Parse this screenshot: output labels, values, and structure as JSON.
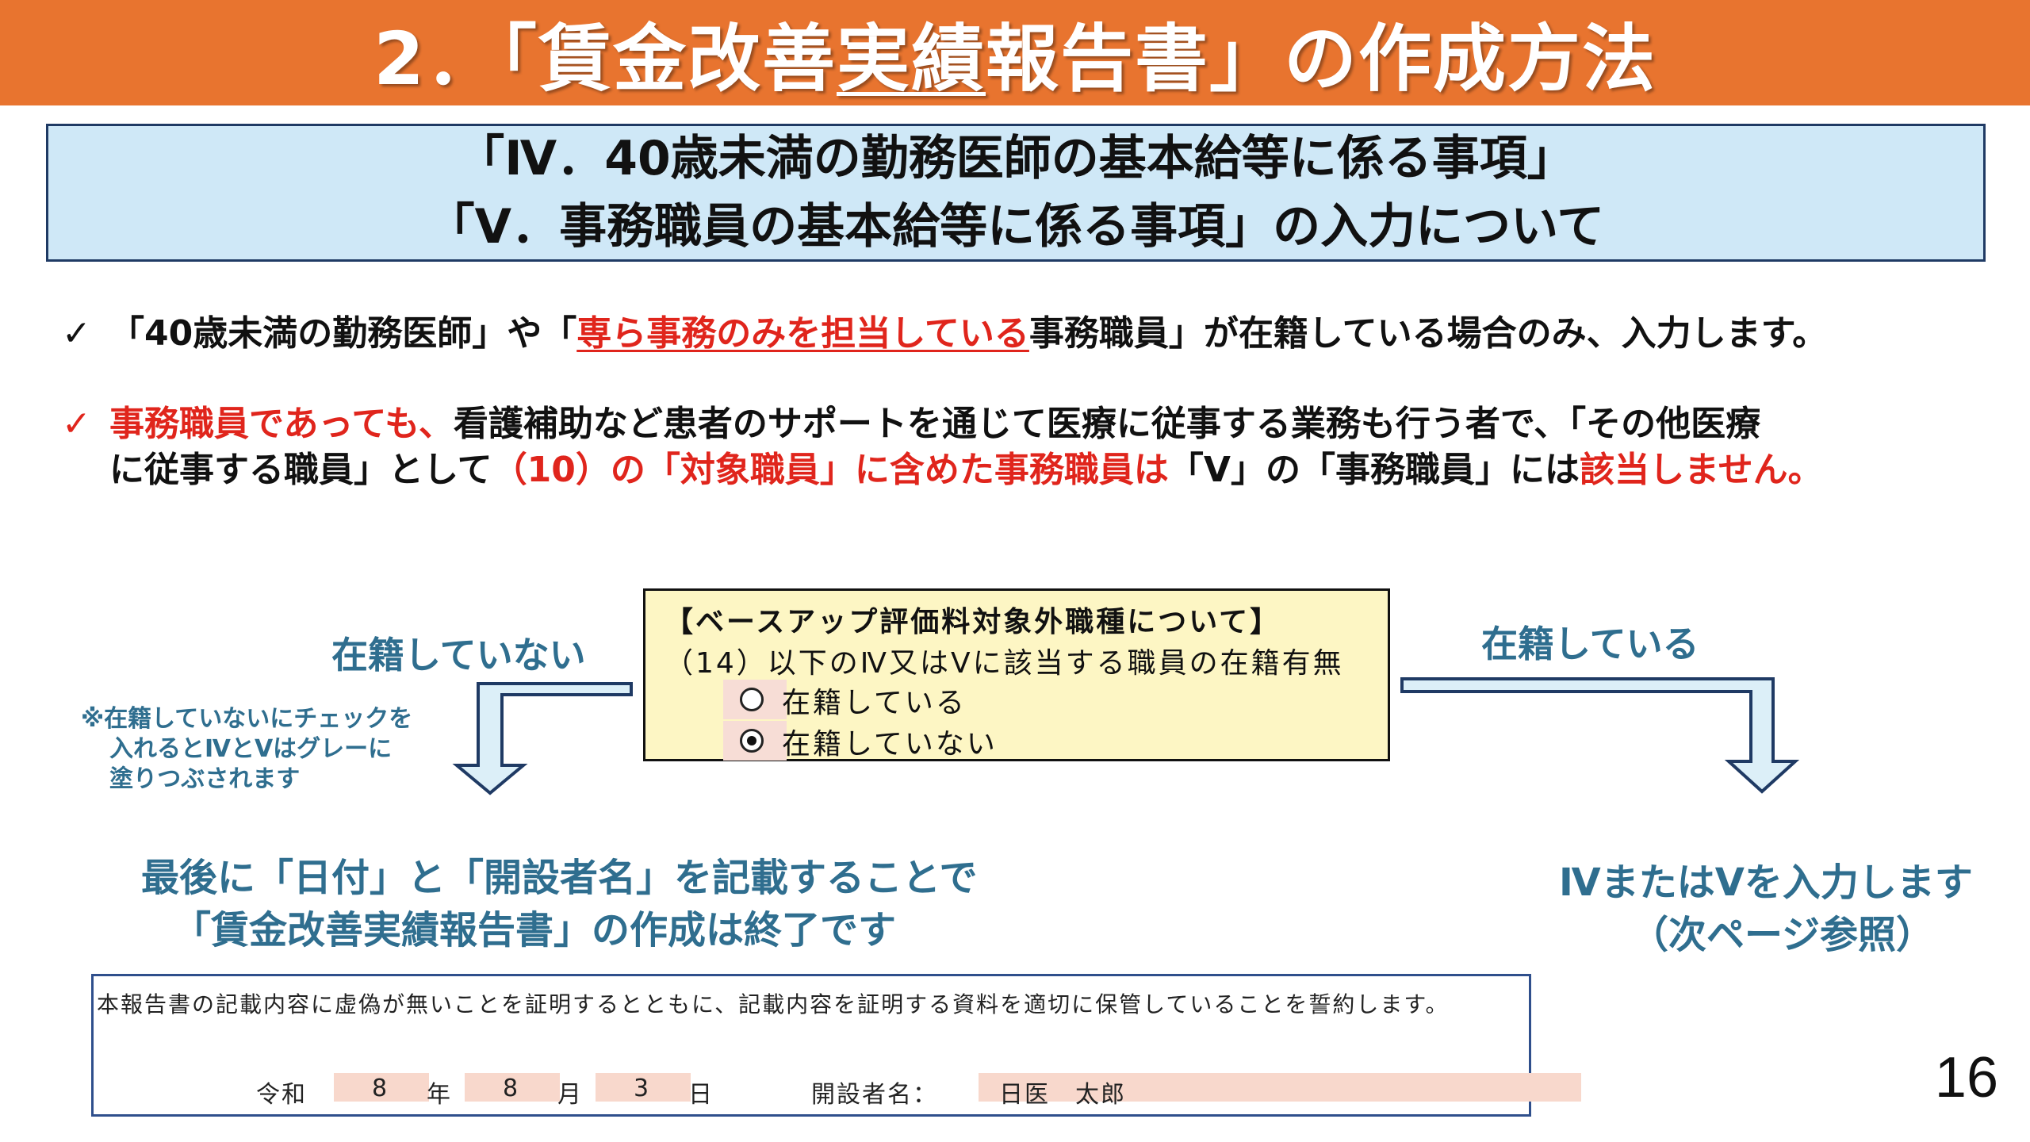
{
  "title": {
    "prefix": "2．「賃金改善",
    "underlined": "実績",
    "suffix": "報告書」の作成方法"
  },
  "subtitle": {
    "line1": "「Ⅳ．40歳未満の勤務医師の基本給等に係る事項」",
    "line2": "「Ⅴ．事務職員の基本給等に係る事項」の入力について"
  },
  "bullets": {
    "mark": "✓",
    "b1": {
      "part1": "「40歳未満の勤務医師」や「",
      "part2_red_underline": "専ら事務のみを担当している",
      "part3": "事務職員」が在籍している場合のみ、入力します。"
    },
    "b2": {
      "line1_red": "事務職員であっても、",
      "line1_black": "看護補助など患者のサポートを通じて医療に従事する業務も行う者で、「その他医療",
      "line2_black1": "に従事する職員」として",
      "line2_red1": "（10）の「対象職員」に含めた事務職員は",
      "line2_black2": "「Ⅴ」の「事務職員」には",
      "line2_red2": "該当しません。"
    }
  },
  "info_box": {
    "heading": "【ベースアップ評価料対象外職種について】",
    "question": "（14）以下のⅣ又はⅤに該当する職員の在籍有無",
    "option1": "在籍している",
    "option2": "在籍していない",
    "selected": "在籍していない"
  },
  "left_branch": {
    "label": "在籍していない",
    "note_line1": "※在籍していないにチェックを",
    "note_line2": "入れるとⅣとⅤはグレーに",
    "note_line3": "塗りつぶされます",
    "result_line1": "最後に「日付」と「開設者名」を記載することで",
    "result_line2": "「賃金改善実績報告書」の作成は終了です"
  },
  "right_branch": {
    "label": "在籍している",
    "result_line1": "ⅣまたはⅤを入力します",
    "result_line2": "（次ページ参照）"
  },
  "form": {
    "statement": "本報告書の記載内容に虚偽が無いことを証明するとともに、記載内容を証明する資料を適切に保管していることを誓約します。",
    "era": "令和",
    "year_value": "8",
    "year_unit": "年",
    "month_value": "8",
    "month_unit": "月",
    "day_value": "3",
    "day_unit": "日",
    "founder_label": "開設者名：",
    "founder_value": "日医　太郎"
  },
  "page_number": "16",
  "colors": {
    "title_bar": "#E8742F",
    "subtitle_bg": "#CFE8F7",
    "info_bg": "#FDF6C4",
    "accent_red": "#E0251C",
    "teal": "#2F6E8F",
    "arrow_fill": "#DCEFF8"
  }
}
